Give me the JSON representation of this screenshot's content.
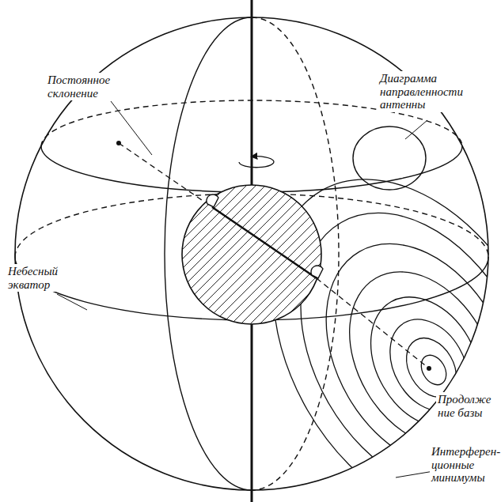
{
  "diagram": {
    "labels": [
      "Диаграмма направленности антенны",
      "Постоянное склонение",
      "Небесный экватор",
      "Продолже ние базы",
      "Интерферен- ционные минимумы"
    ]
  }
}
